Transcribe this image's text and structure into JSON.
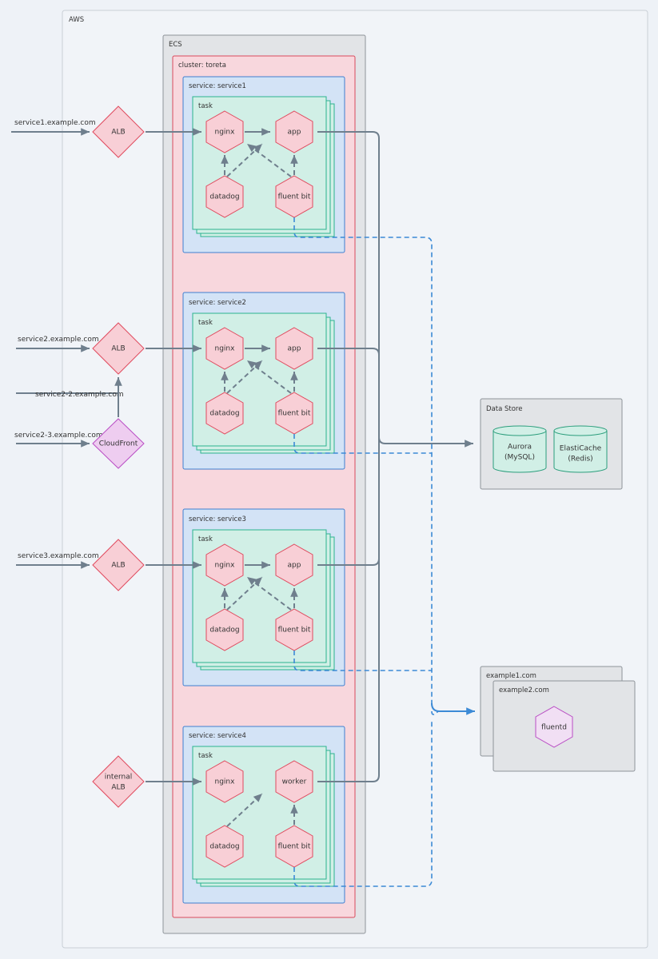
{
  "aws": {
    "label": "AWS"
  },
  "ecs": {
    "label": "ECS"
  },
  "cluster": {
    "label": "cluster: toreta"
  },
  "services": [
    {
      "label": "service: service1",
      "task_label": "task",
      "nginx": "nginx",
      "app": "app",
      "datadog": "datadog",
      "fluentbit": "fluent bit",
      "alb": "ALB",
      "domain": "service1.example.com"
    },
    {
      "label": "service: service2",
      "task_label": "task",
      "nginx": "nginx",
      "app": "app",
      "datadog": "datadog",
      "fluentbit": "fluent bit",
      "alb": "ALB",
      "domain": "service2.example.com",
      "extra_domain": "service2-2.example.com",
      "cdn_domain": "service2-3.example.com",
      "cdn": "CloudFront"
    },
    {
      "label": "service: service3",
      "task_label": "task",
      "nginx": "nginx",
      "app": "app",
      "datadog": "datadog",
      "fluentbit": "fluent bit",
      "alb": "ALB",
      "domain": "service3.example.com"
    },
    {
      "label": "service: service4",
      "task_label": "task",
      "nginx": "nginx",
      "app": "worker",
      "datadog": "datadog",
      "fluentbit": "fluent bit",
      "alb_line1": "internal",
      "alb_line2": "ALB"
    }
  ],
  "datastore": {
    "label": "Data Store",
    "aurora": [
      "Aurora",
      "(MySQL)"
    ],
    "elasticache": [
      "ElastiCache",
      "(Redis)"
    ]
  },
  "external": {
    "example1": "example1.com",
    "example2": "example2.com",
    "fluentd": "fluentd"
  },
  "colors": {
    "aws_bg": "#f1f4f8",
    "ecs_bg": "#e2e4e7",
    "cluster_bg": "#f8d7dd",
    "cluster_border": "#d94a5c",
    "service_bg": "#d3e3f6",
    "service_border": "#3f7fd0",
    "task_bg": "#d1efe6",
    "task_border": "#2bb38f",
    "node_fill": "#f8cfd6",
    "node_border": "#e04a5e",
    "cloudfront_fill": "#eecdf0",
    "cloudfront_border": "#b94dc4",
    "datastore_bg": "#e2e4e7",
    "db_fill": "#d1efe6",
    "db_border": "#2b9e7c",
    "fluentd_fill": "#f1dff4",
    "fluentd_border": "#b94dc4",
    "arrow": "#6f7f8d",
    "log_arrow": "#3c8ad6"
  }
}
